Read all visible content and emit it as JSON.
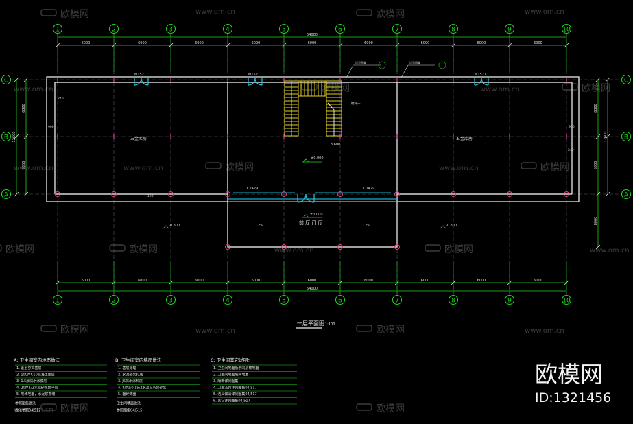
{
  "watermark": {
    "brand": "欧模网",
    "url": "www.om.cn"
  },
  "brand_badge": {
    "name": "欧模网",
    "id_text": "ID:1321456"
  },
  "axes": {
    "columns": [
      "1",
      "2",
      "3",
      "4",
      "5",
      "6",
      "7",
      "8",
      "9",
      "10"
    ],
    "rows": [
      "C",
      "B",
      "A"
    ],
    "top_bays": [
      "6000",
      "6000",
      "6000",
      "6000",
      "6000",
      "6000",
      "6000",
      "6000",
      "6000"
    ],
    "bottom_bays": [
      "6000",
      "6000",
      "6000",
      "6000",
      "6000",
      "6000",
      "6000",
      "6000",
      "6000"
    ],
    "total_length": "54000",
    "left_dims": [
      "6300",
      "6300"
    ],
    "left_total": "12600",
    "right_dims": [
      "6300",
      "6300"
    ],
    "right_total": "12600",
    "right_lower": "8000"
  },
  "plan": {
    "rooms": [
      "五金库房",
      "五金库房"
    ],
    "doors": [
      "M1521",
      "M1521",
      "M1521"
    ],
    "hall": "前 厅 门 厅",
    "level_main": "±0.000",
    "level_left": "-0.300",
    "level_right": "-0.300",
    "stair_level": "3.600",
    "stair_note": "楼梯一",
    "windows": [
      "C2429",
      "C2429"
    ],
    "ramp_slope": "2%",
    "callouts": [
      "详见图集",
      "详见图集"
    ],
    "small_dims": [
      "240",
      "240",
      "900",
      "900",
      "120"
    ]
  },
  "drawing_title": "一层平面图",
  "drawing_scale": "1:100",
  "notes": [
    {
      "title": "A: 卫生间室内地面做法",
      "lines": [
        "1. 素土夯实基层",
        "2. 100厚C10混凝土垫层",
        "3. 1.5厚防水涂膜层",
        "4. 20厚1:2水泥砂浆找平层",
        "5. 地砖地面，水泥浆擦缝"
      ],
      "footer": [
        "参照图集做法",
        "做法参照04J512"
      ]
    },
    {
      "title": "B: 卫生间室内墙面做法",
      "lines": [
        "1. 基层处理",
        "2. 水泥砂浆打底",
        "3. JS防水涂料层",
        "4. 8厚1:0.15:2水泥石灰膏砂浆",
        "5. 面砖饰面"
      ],
      "footer": [
        "卫生间墙面做法",
        "参照图集04J515"
      ]
    },
    {
      "title": "C: 卫生间其它说明：",
      "lines": [
        "1. 卫生间地面低于同层楼地面",
        "2. 卫生间地面坡向地漏",
        "3. 隔断详见图集",
        "4. 卫生洁具详见图集04J517",
        "5. 洁具做法详见图集04J517",
        "6. 其它详见图集04J517"
      ],
      "footer": []
    }
  ]
}
